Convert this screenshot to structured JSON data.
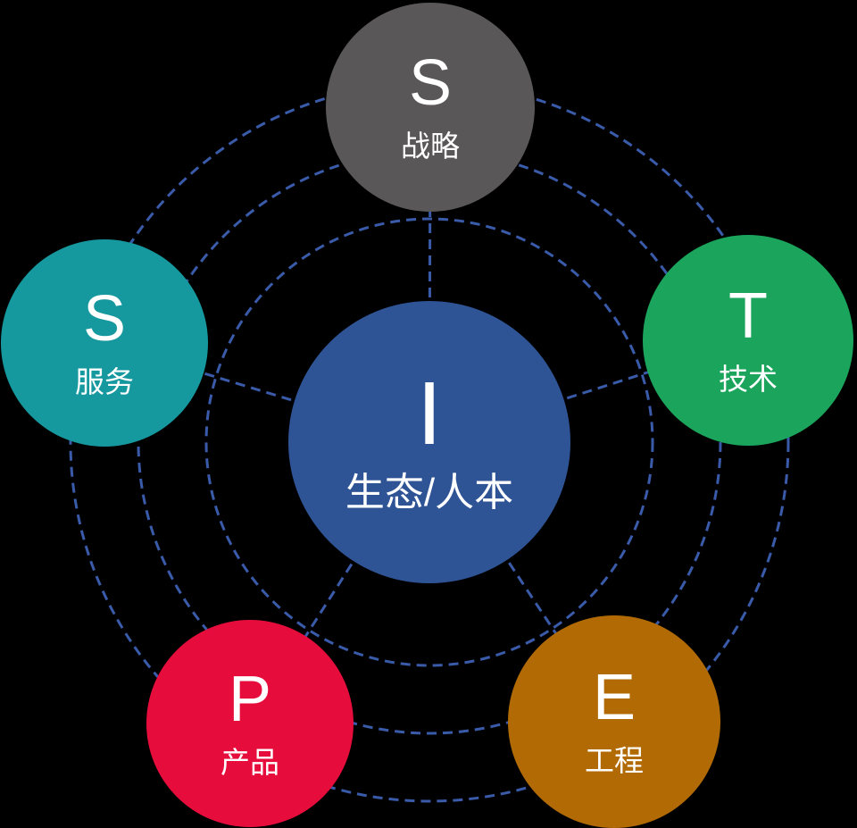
{
  "diagram": {
    "background_color": "#000000",
    "dash_color": "#3A5BA9",
    "text_color": "#FFFFFF",
    "center_node": {
      "id": "innovation-core",
      "letter": "I",
      "label": "生态/人本",
      "color": "#2F5496"
    },
    "nodes": [
      {
        "id": "strategy",
        "letter": "S",
        "label": "战略",
        "color": "#595757",
        "position": "top"
      },
      {
        "id": "technology",
        "letter": "T",
        "label": "技术",
        "color": "#1BA45C",
        "position": "right"
      },
      {
        "id": "engineering",
        "letter": "E",
        "label": "工程",
        "color": "#B26B04",
        "position": "bottom-right"
      },
      {
        "id": "product",
        "letter": "P",
        "label": "产品",
        "color": "#E60D3C",
        "position": "bottom-left"
      },
      {
        "id": "service",
        "letter": "S",
        "label": "服务",
        "color": "#16989F",
        "position": "left"
      }
    ]
  }
}
